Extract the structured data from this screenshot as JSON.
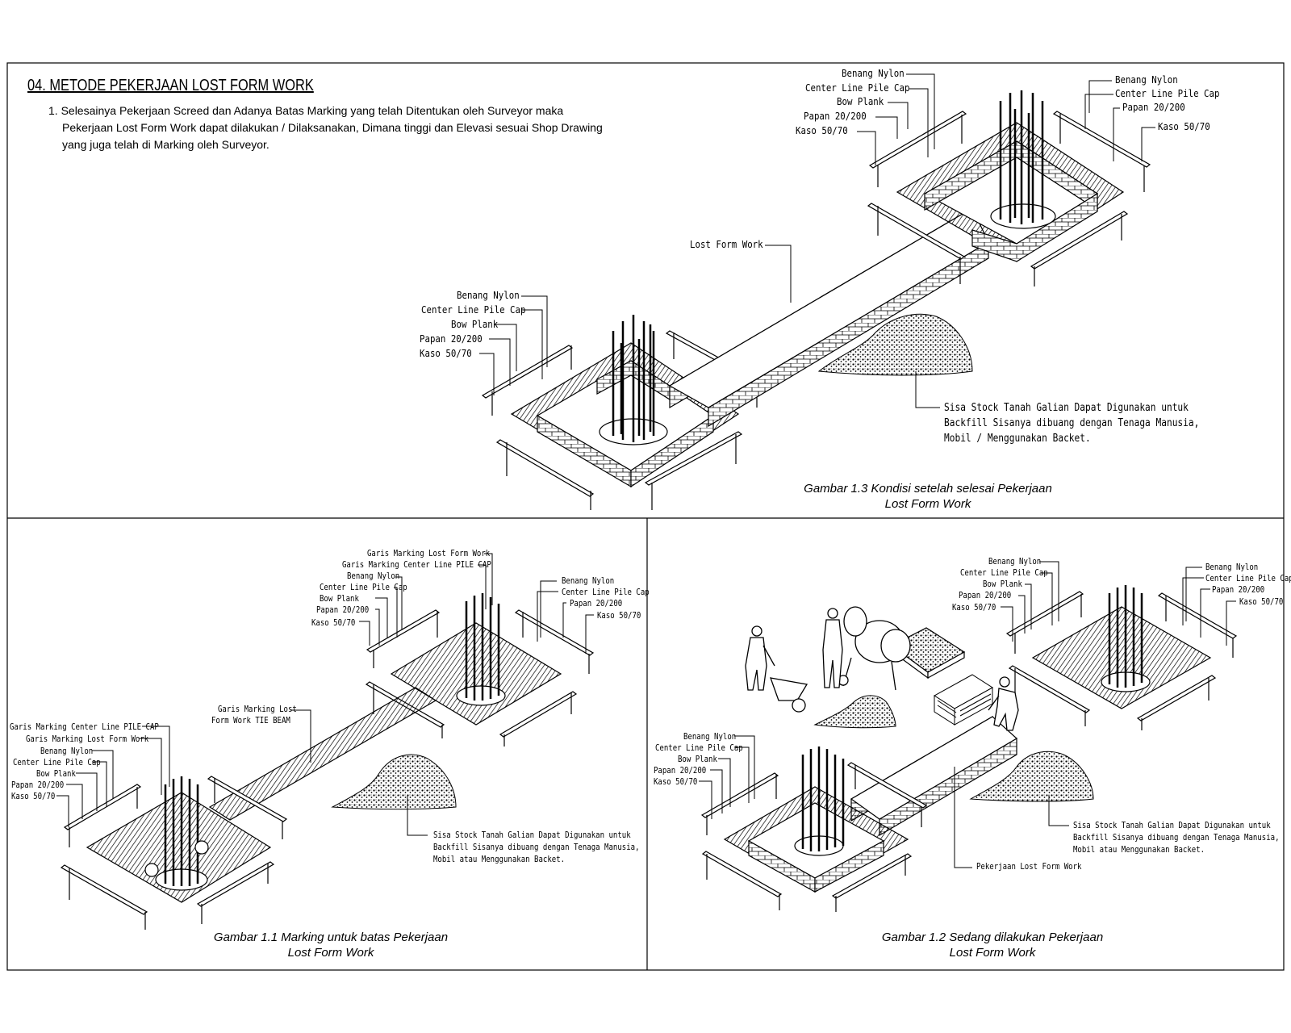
{
  "header": {
    "title": "04. METODE PEKERJAAN LOST FORM WORK",
    "intro_lines": [
      "1. Selesainya Pekerjaan Screed dan Adanya Batas Marking yang telah Ditentukan oleh Surveyor maka",
      "Pekerjaan Lost Form Work dapat dilakukan / Dilaksanakan, Dimana tinggi dan Elevasi sesuai Shop Drawing",
      "yang juga telah di Marking oleh Surveyor."
    ]
  },
  "panel_top": {
    "right_cap_left": [
      "Benang Nylon",
      "Center Line Pile Cap",
      "Bow Plank",
      "Papan 20/200",
      "Kaso 50/70"
    ],
    "right_cap_right": [
      "Benang Nylon",
      "Center Line Pile Cap",
      "Papan 20/200",
      "Kaso 50/70"
    ],
    "left_cap": [
      "Benang Nylon",
      "Center Line Pile Cap",
      "Bow Plank",
      "Papan 20/200",
      "Kaso 50/70"
    ],
    "lost_form_work": "Lost Form Work",
    "note": [
      "Sisa Stock Tanah Galian Dapat Digunakan untuk",
      "Backfill Sisanya dibuang dengan Tenaga Manusia,",
      "Mobil / Menggunakan Backet."
    ],
    "caption": [
      "Gambar 1.3 Kondisi setelah selesai Pekerjaan",
      "Lost Form Work"
    ]
  },
  "panel_bl": {
    "right_cap_left": [
      "Garis Marking Lost Form Work",
      "Garis Marking Center Line PILE CAP",
      "Benang Nylon",
      "Center Line Pile Cap",
      "Bow Plank",
      "Papan 20/200",
      "Kaso 50/70"
    ],
    "right_cap_right": [
      "Benang Nylon",
      "Center Line Pile Cap",
      "Papan 20/200",
      "Kaso 50/70"
    ],
    "tie_beam": [
      "Garis Marking Lost",
      "Form Work TIE BEAM"
    ],
    "left_cap": [
      "Garis Marking Center Line PILE CAP",
      "Garis Marking Lost Form Work",
      "Benang Nylon",
      "Center Line Pile Cap",
      "Bow Plank",
      "Papan 20/200",
      "Kaso 50/70"
    ],
    "note": [
      "Sisa Stock Tanah Galian Dapat Digunakan untuk",
      "Backfill Sisanya dibuang dengan Tenaga Manusia,",
      "Mobil atau Menggunakan Backet."
    ],
    "caption": [
      "Gambar 1.1 Marking untuk batas Pekerjaan",
      "Lost Form Work"
    ]
  },
  "panel_br": {
    "right_cap_left": [
      "Benang Nylon",
      "Center Line Pile Cap",
      "Bow Plank",
      "Papan 20/200",
      "Kaso 50/70"
    ],
    "right_cap_right": [
      "Benang Nylon",
      "Center Line Pile Cap",
      "Papan 20/200",
      "Kaso 50/70"
    ],
    "left_cap": [
      "Benang Nylon",
      "Center Line Pile Cap",
      "Bow Plank",
      "Papan 20/200",
      "Kaso 50/70"
    ],
    "note": [
      "Sisa Stock Tanah Galian Dapat Digunakan untuk",
      "Backfill Sisanya dibuang dengan Tenaga Manusia,",
      "Mobil atau Menggunakan Backet."
    ],
    "work_label": "Pekerjaan Lost Form Work",
    "caption": [
      "Gambar 1.2 Sedang dilakukan Pekerjaan",
      "Lost Form Work"
    ]
  }
}
